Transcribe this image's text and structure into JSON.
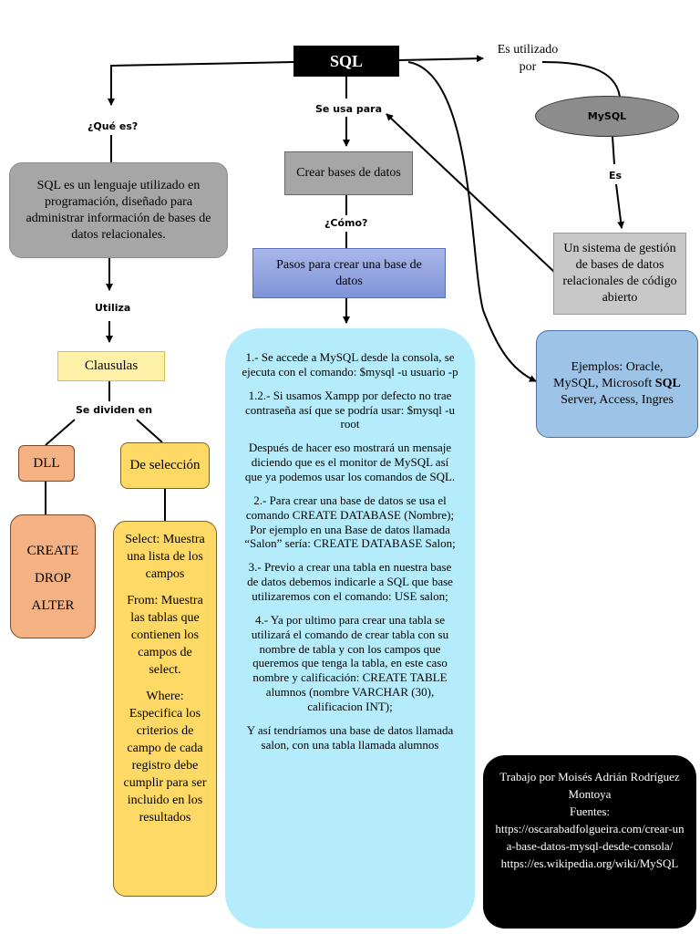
{
  "title": "SQL",
  "labels": {
    "que_es": "¿Qué es?",
    "se_usa_para": "Se usa para",
    "como": "¿Cómo?",
    "utiliza": "Utiliza",
    "se_dividen_en": "Se dividen en",
    "es_utilizado_por_1": "Es utilizado",
    "es_utilizado_por_2": "por",
    "es": "Es"
  },
  "definition": "SQL es un lenguaje utilizado en programación, diseñado para administrar información de bases de datos relacionales.",
  "crear_bases": "Crear bases de datos",
  "pasos": "Pasos para crear una base de datos",
  "mysql": "MySQL",
  "sistema": "Un sistema de gestión de bases de datos relacionales de código abierto",
  "ejemplos": {
    "pre": "Ejemplos: Oracle, MySQL, Microsoft ",
    "bold": "SQL",
    "post": " Server, Access, Ingres"
  },
  "clausulas": "Clausulas",
  "dll": "DLL",
  "de_seleccion": "De selección",
  "dll_items": [
    "CREATE",
    "DROP",
    "ALTER"
  ],
  "seleccion_items": [
    "Select: Muestra una lista de los campos",
    "From: Muestra las tablas que contienen los campos de select.",
    "Where: Especifica los criterios de campo de cada registro debe cumplir para ser incluido en los resultados"
  ],
  "steps": [
    "1.- Se accede a MySQL desde la consola, se ejecuta con el comando: $mysql -u usuario -p",
    "1.2.- Si usamos Xampp por defecto no trae contraseña así que se podría usar: $mysql -u root",
    "Después de hacer eso mostrará un mensaje diciendo que es el monitor de MySQL así que ya podemos usar los comandos de SQL.",
    "2.- Para crear una base de datos se usa el comando CREATE DATABASE (Nombre); Por ejemplo en una Base de datos llamada “Salon” sería: CREATE DATABASE Salon;",
    "3.- Previo a crear una tabla en nuestra base de datos debemos indicarle a SQL que base utilizaremos con el comando: USE salon;",
    "4.- Ya por ultimo para crear una tabla se utilizará el comando de crear tabla con su nombre de tabla y con los campos que queremos que tenga la tabla, en este caso nombre y calificación: CREATE TABLE alumnos (nombre VARCHAR (30), calificacion INT);",
    "Y así tendríamos una base de datos llamada salon, con una tabla llamada alumnos"
  ],
  "credits": [
    "Trabajo por Moisés Adrián Rodríguez Montoya",
    "Fuentes:",
    "https://oscarabadfolgueira.com/crear-una-base-datos-mysql-desde-consola/",
    "https://es.wikipedia.org/wiki/MySQL"
  ]
}
